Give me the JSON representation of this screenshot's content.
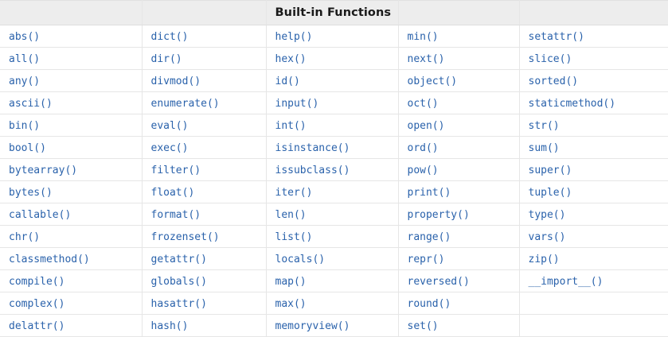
{
  "table": {
    "title": "Built-in Functions",
    "title_column_index": 2,
    "column_count": 5,
    "row_count": 14,
    "header_cells": [
      "",
      "",
      "Built-in Functions",
      "",
      ""
    ],
    "link_color": "#2a62ab",
    "header_background": "#ededed",
    "border_color": "#e6e6e6",
    "columns": [
      {
        "index": 0,
        "items": [
          "abs()",
          "all()",
          "any()",
          "ascii()",
          "bin()",
          "bool()",
          "bytearray()",
          "bytes()",
          "callable()",
          "chr()",
          "classmethod()",
          "compile()",
          "complex()",
          "delattr()"
        ]
      },
      {
        "index": 1,
        "items": [
          "dict()",
          "dir()",
          "divmod()",
          "enumerate()",
          "eval()",
          "exec()",
          "filter()",
          "float()",
          "format()",
          "frozenset()",
          "getattr()",
          "globals()",
          "hasattr()",
          "hash()"
        ]
      },
      {
        "index": 2,
        "items": [
          "help()",
          "hex()",
          "id()",
          "input()",
          "int()",
          "isinstance()",
          "issubclass()",
          "iter()",
          "len()",
          "list()",
          "locals()",
          "map()",
          "max()",
          "memoryview()"
        ]
      },
      {
        "index": 3,
        "items": [
          "min()",
          "next()",
          "object()",
          "oct()",
          "open()",
          "ord()",
          "pow()",
          "print()",
          "property()",
          "range()",
          "repr()",
          "reversed()",
          "round()",
          "set()"
        ]
      },
      {
        "index": 4,
        "items": [
          "setattr()",
          "slice()",
          "sorted()",
          "staticmethod()",
          "str()",
          "sum()",
          "super()",
          "tuple()",
          "type()",
          "vars()",
          "zip()",
          "__import__()",
          "",
          ""
        ]
      }
    ],
    "rows": [
      [
        "abs()",
        "dict()",
        "help()",
        "min()",
        "setattr()"
      ],
      [
        "all()",
        "dir()",
        "hex()",
        "next()",
        "slice()"
      ],
      [
        "any()",
        "divmod()",
        "id()",
        "object()",
        "sorted()"
      ],
      [
        "ascii()",
        "enumerate()",
        "input()",
        "oct()",
        "staticmethod()"
      ],
      [
        "bin()",
        "eval()",
        "int()",
        "open()",
        "str()"
      ],
      [
        "bool()",
        "exec()",
        "isinstance()",
        "ord()",
        "sum()"
      ],
      [
        "bytearray()",
        "filter()",
        "issubclass()",
        "pow()",
        "super()"
      ],
      [
        "bytes()",
        "float()",
        "iter()",
        "print()",
        "tuple()"
      ],
      [
        "callable()",
        "format()",
        "len()",
        "property()",
        "type()"
      ],
      [
        "chr()",
        "frozenset()",
        "list()",
        "range()",
        "vars()"
      ],
      [
        "classmethod()",
        "getattr()",
        "locals()",
        "repr()",
        "zip()"
      ],
      [
        "compile()",
        "globals()",
        "map()",
        "reversed()",
        "__import__()"
      ],
      [
        "complex()",
        "hasattr()",
        "max()",
        "round()",
        ""
      ],
      [
        "delattr()",
        "hash()",
        "memoryview()",
        "set()",
        ""
      ]
    ]
  }
}
